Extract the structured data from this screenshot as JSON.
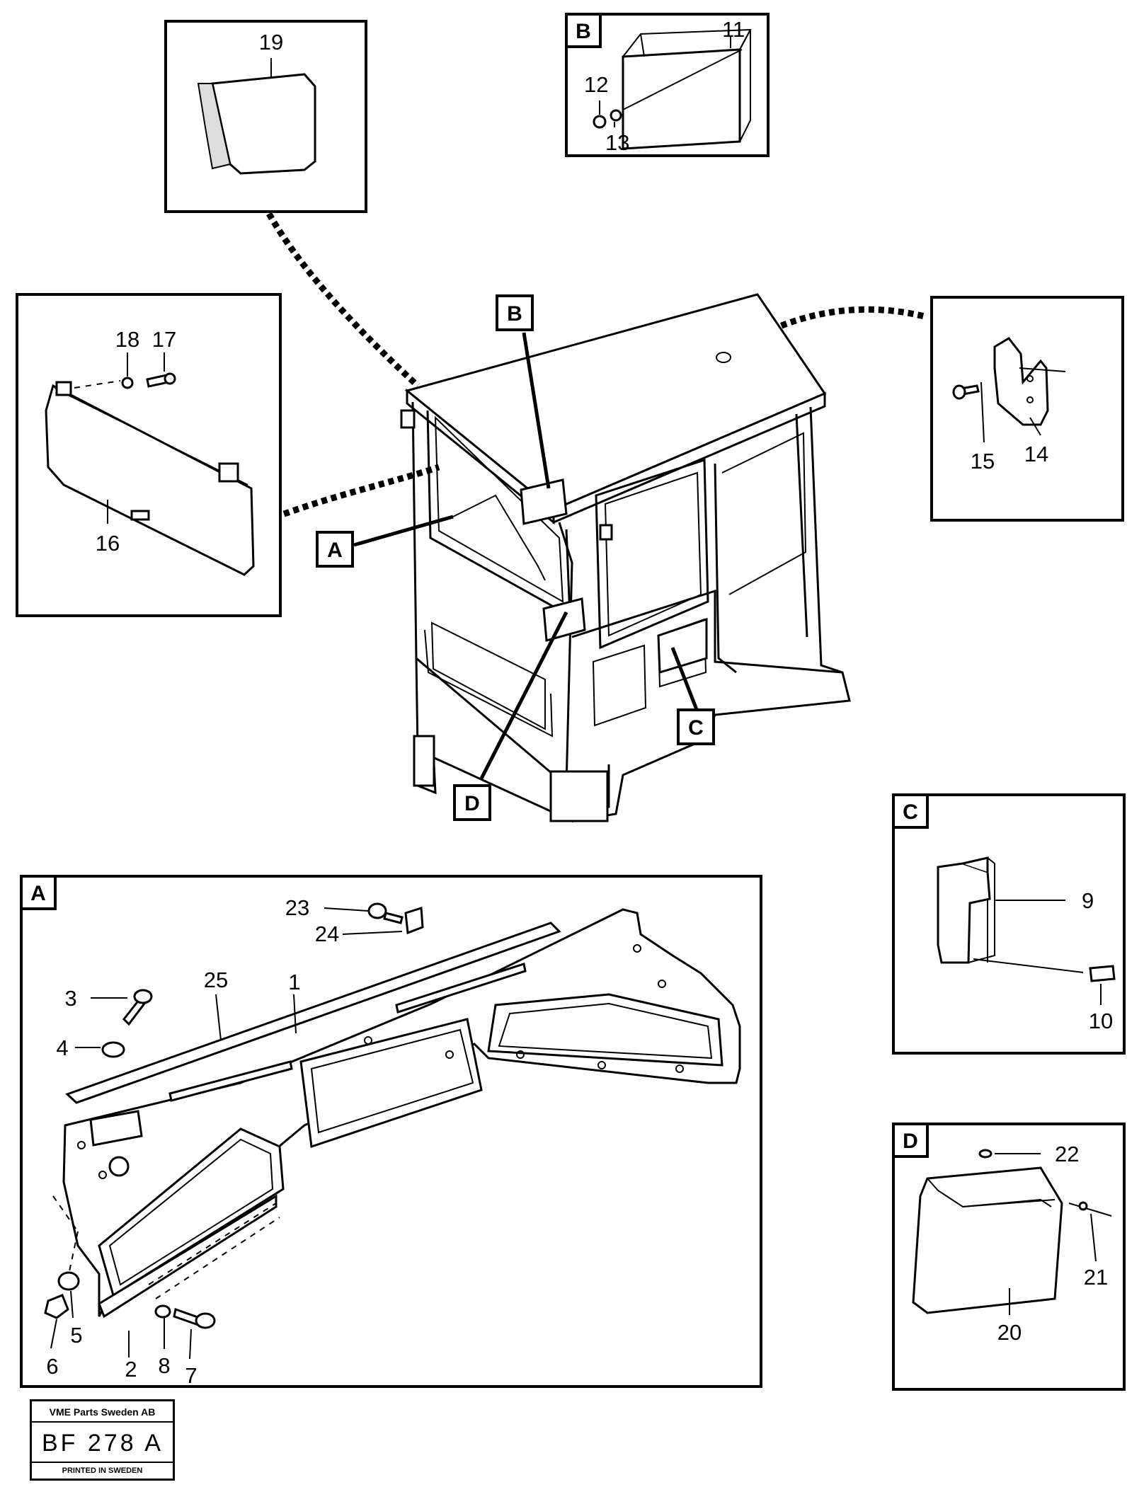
{
  "parts": {
    "p1": "1",
    "p2": "2",
    "p3": "3",
    "p4": "4",
    "p5": "5",
    "p6": "6",
    "p7": "7",
    "p8": "8",
    "p9": "9",
    "p10": "10",
    "p11": "11",
    "p12": "12",
    "p13": "13",
    "p14": "14",
    "p15": "15",
    "p16": "16",
    "p17": "17",
    "p18": "18",
    "p19": "19",
    "p20": "20",
    "p21": "21",
    "p22": "22",
    "p23": "23",
    "p24": "24",
    "p25": "25"
  },
  "detail_letters": {
    "a": "A",
    "b": "B",
    "c": "C",
    "d": "D"
  },
  "stamp": {
    "company": "VME Parts Sweden AB",
    "code": "BF 278 A",
    "printed": "PRINTED IN SWEDEN"
  }
}
